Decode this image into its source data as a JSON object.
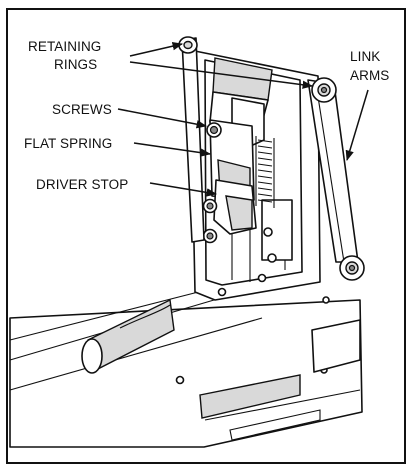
{
  "labels": {
    "retaining_rings_line1": "RETAINING",
    "retaining_rings_line2": "RINGS",
    "link_arms_line1": "LINK",
    "link_arms_line2": "ARMS",
    "screws": "SCREWS",
    "flat_spring": "FLAT SPRING",
    "driver_stop": "DRIVER STOP"
  },
  "colors": {
    "line": "#111111",
    "shade": "#d9d9d9",
    "background": "#ffffff"
  }
}
